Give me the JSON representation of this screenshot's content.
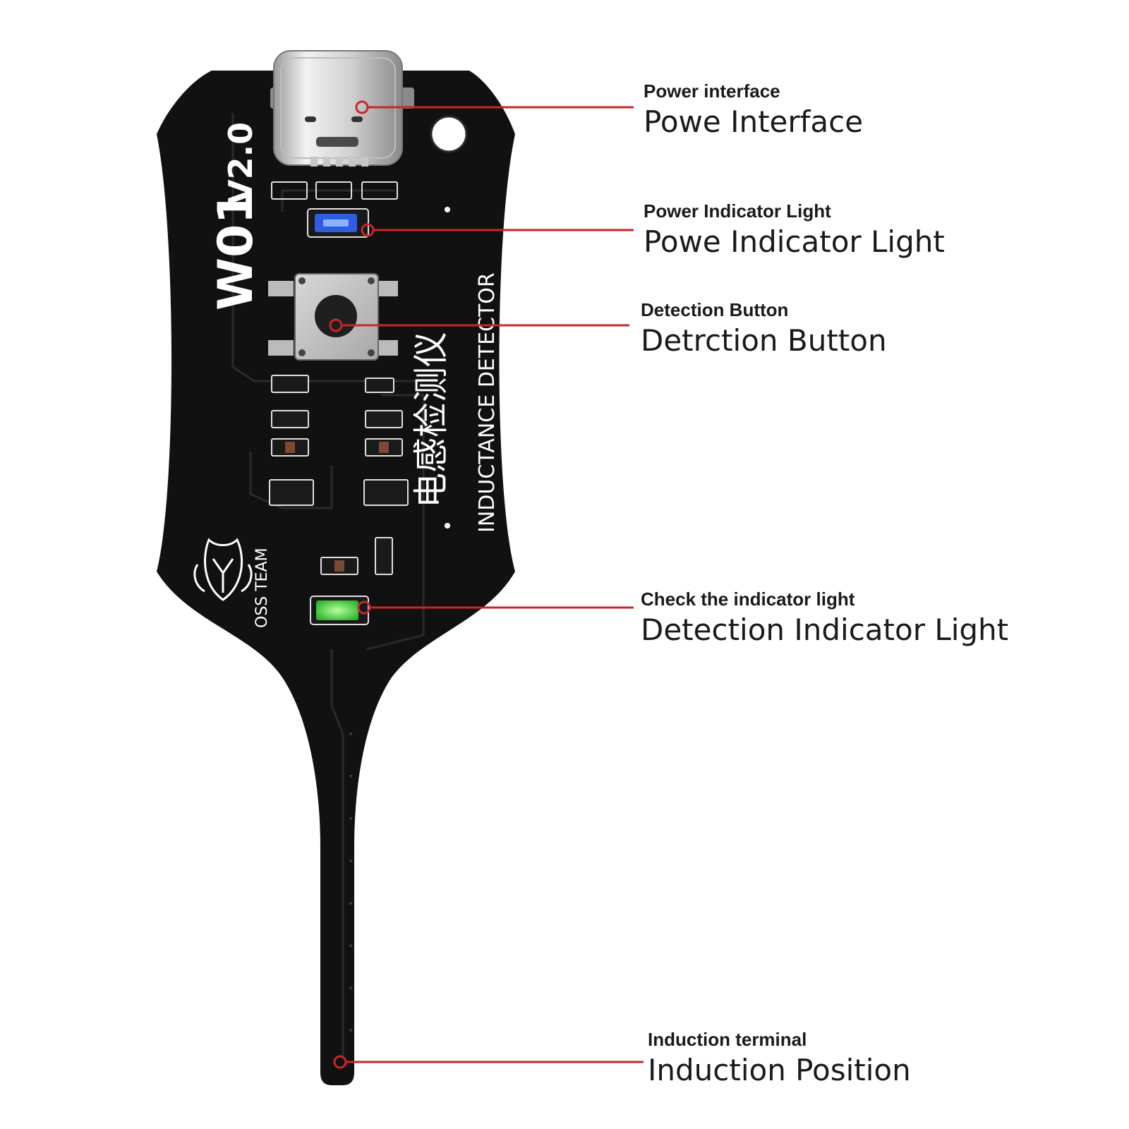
{
  "board": {
    "model": "W01",
    "version": "V2.0",
    "team": "OSS TEAM",
    "cn_name": "电感检测仪",
    "en_name": "INDUCTANCE DETECTOR"
  },
  "callouts": [
    {
      "id": "power",
      "title": "Power interface",
      "subtitle": "Powe Interface"
    },
    {
      "id": "powerlight",
      "title": "Power Indicator Light",
      "subtitle": "Powe Indicator Light"
    },
    {
      "id": "button",
      "title": "Detection Button",
      "subtitle": "Detrction Button"
    },
    {
      "id": "check",
      "title": "Check the indicator light",
      "subtitle": "Detection Indicator Light"
    },
    {
      "id": "induct",
      "title": "Induction terminal",
      "subtitle": "Induction Position"
    }
  ],
  "colors": {
    "board": "#111111",
    "leader": "#c8262c",
    "power_led": "#2f5de0",
    "check_led": "#43e04a"
  }
}
